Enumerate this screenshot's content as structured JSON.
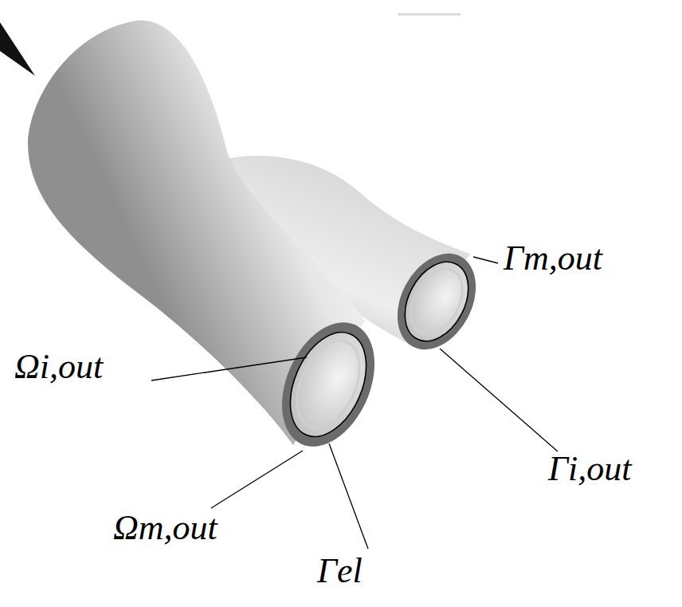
{
  "diagram": {
    "labels": [
      "Γm,out",
      "Ωi,out",
      "Γi,out",
      "Ωm,out",
      "Γel"
    ]
  }
}
